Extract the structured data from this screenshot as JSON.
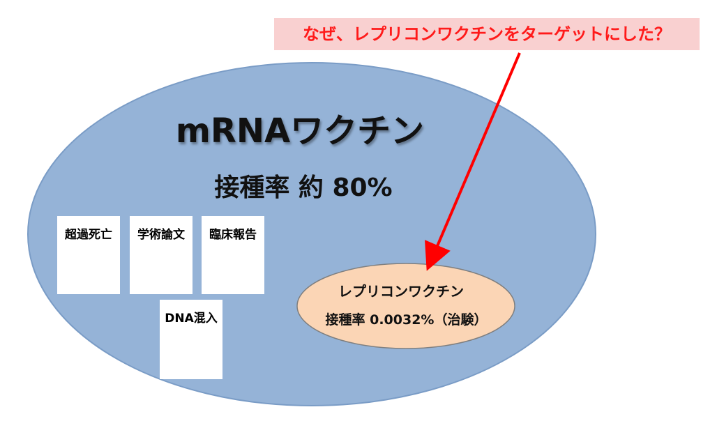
{
  "callout": {
    "text": "なぜ、レプリコンワクチンをターゲットにした？"
  },
  "mrna": {
    "title": "mRNAワクチン",
    "rate": "接種率 約 80%",
    "documents": [
      {
        "label": "超過死亡"
      },
      {
        "label": "学術論文"
      },
      {
        "label": "臨床報告"
      },
      {
        "label": "DNA混入"
      }
    ]
  },
  "replicon": {
    "title": "レプリコンワクチン",
    "rate": "接種率 0.0032%（治験）"
  },
  "colors": {
    "outer_ellipse": "#95b3d7",
    "outer_border": "#7a9cc6",
    "inner_ellipse": "#fbd5b5",
    "inner_border": "#7f7f7f",
    "arrow": "#ff0000",
    "callout_bg": "#f9d0d0",
    "callout_text": "#ff1a1a"
  }
}
